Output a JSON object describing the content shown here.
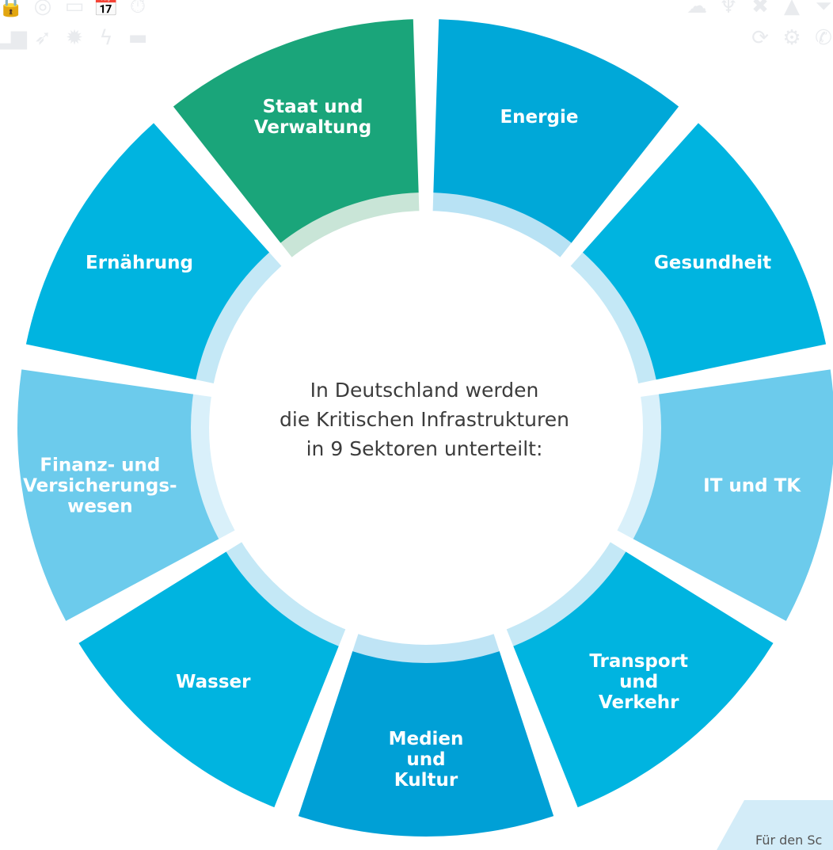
{
  "diagram": {
    "center_lines": [
      "In Deutschland werden",
      "die Kritischen Infrastrukturen",
      "in 9 Sektoren unterteilt:"
    ],
    "sectors": [
      {
        "id": "energie",
        "lines": [
          "Energie"
        ],
        "color": "#00a8d8",
        "lip": "#b8e2f4"
      },
      {
        "id": "gesundheit",
        "lines": [
          "Gesundheit"
        ],
        "color": "#00b4e0",
        "lip": "#c4e8f6"
      },
      {
        "id": "it-tk",
        "lines": [
          "IT und TK"
        ],
        "color": "#6ccbec",
        "lip": "#d9f0fa"
      },
      {
        "id": "transport",
        "lines": [
          "Transport",
          "und",
          "Verkehr"
        ],
        "color": "#00b4e0",
        "lip": "#c4e8f6"
      },
      {
        "id": "medien",
        "lines": [
          "Medien",
          "und",
          "Kultur"
        ],
        "color": "#00a0d6",
        "lip": "#bfe4f5"
      },
      {
        "id": "wasser",
        "lines": [
          "Wasser"
        ],
        "color": "#00b4e0",
        "lip": "#c4e8f6"
      },
      {
        "id": "finanz",
        "lines": [
          "Finanz- und",
          "Versicherungs-",
          "wesen"
        ],
        "color": "#6ccbec",
        "lip": "#d9f0fa"
      },
      {
        "id": "ernaehrung",
        "lines": [
          "Ernährung"
        ],
        "color": "#00b4e0",
        "lip": "#c4e8f6"
      },
      {
        "id": "staat",
        "lines": [
          "Staat und",
          "Verwaltung"
        ],
        "color": "#1aa57a",
        "lip": "#c9e5d7"
      }
    ]
  },
  "decor": {
    "left_icons": [
      "lock-icon",
      "target-icon",
      "document-icon",
      "calendar-icon",
      "timer-icon",
      "bar-chart-icon",
      "cursor-icon",
      "virus-icon",
      "lightning-icon",
      "folder-icon"
    ],
    "right_icons": [
      "cloud-icon",
      "bulb-icon",
      "cross-icon",
      "warning-icon",
      "funnel-icon",
      "refresh-icon",
      "gear-icon",
      "phone-icon"
    ],
    "glyphs": {
      "lock-icon": "🔒",
      "target-icon": "◎",
      "document-icon": "▭",
      "calendar-icon": "📅",
      "timer-icon": "⏱",
      "bar-chart-icon": "▂▆",
      "cursor-icon": "➶",
      "virus-icon": "✹",
      "lightning-icon": "ϟ",
      "folder-icon": "▬",
      "cloud-icon": "☁",
      "bulb-icon": "♆",
      "cross-icon": "✖",
      "warning-icon": "▲",
      "funnel-icon": "⏷",
      "refresh-icon": "⟳",
      "gear-icon": "⚙",
      "phone-icon": "✆"
    }
  },
  "footer": {
    "text": "Für den Sc"
  }
}
